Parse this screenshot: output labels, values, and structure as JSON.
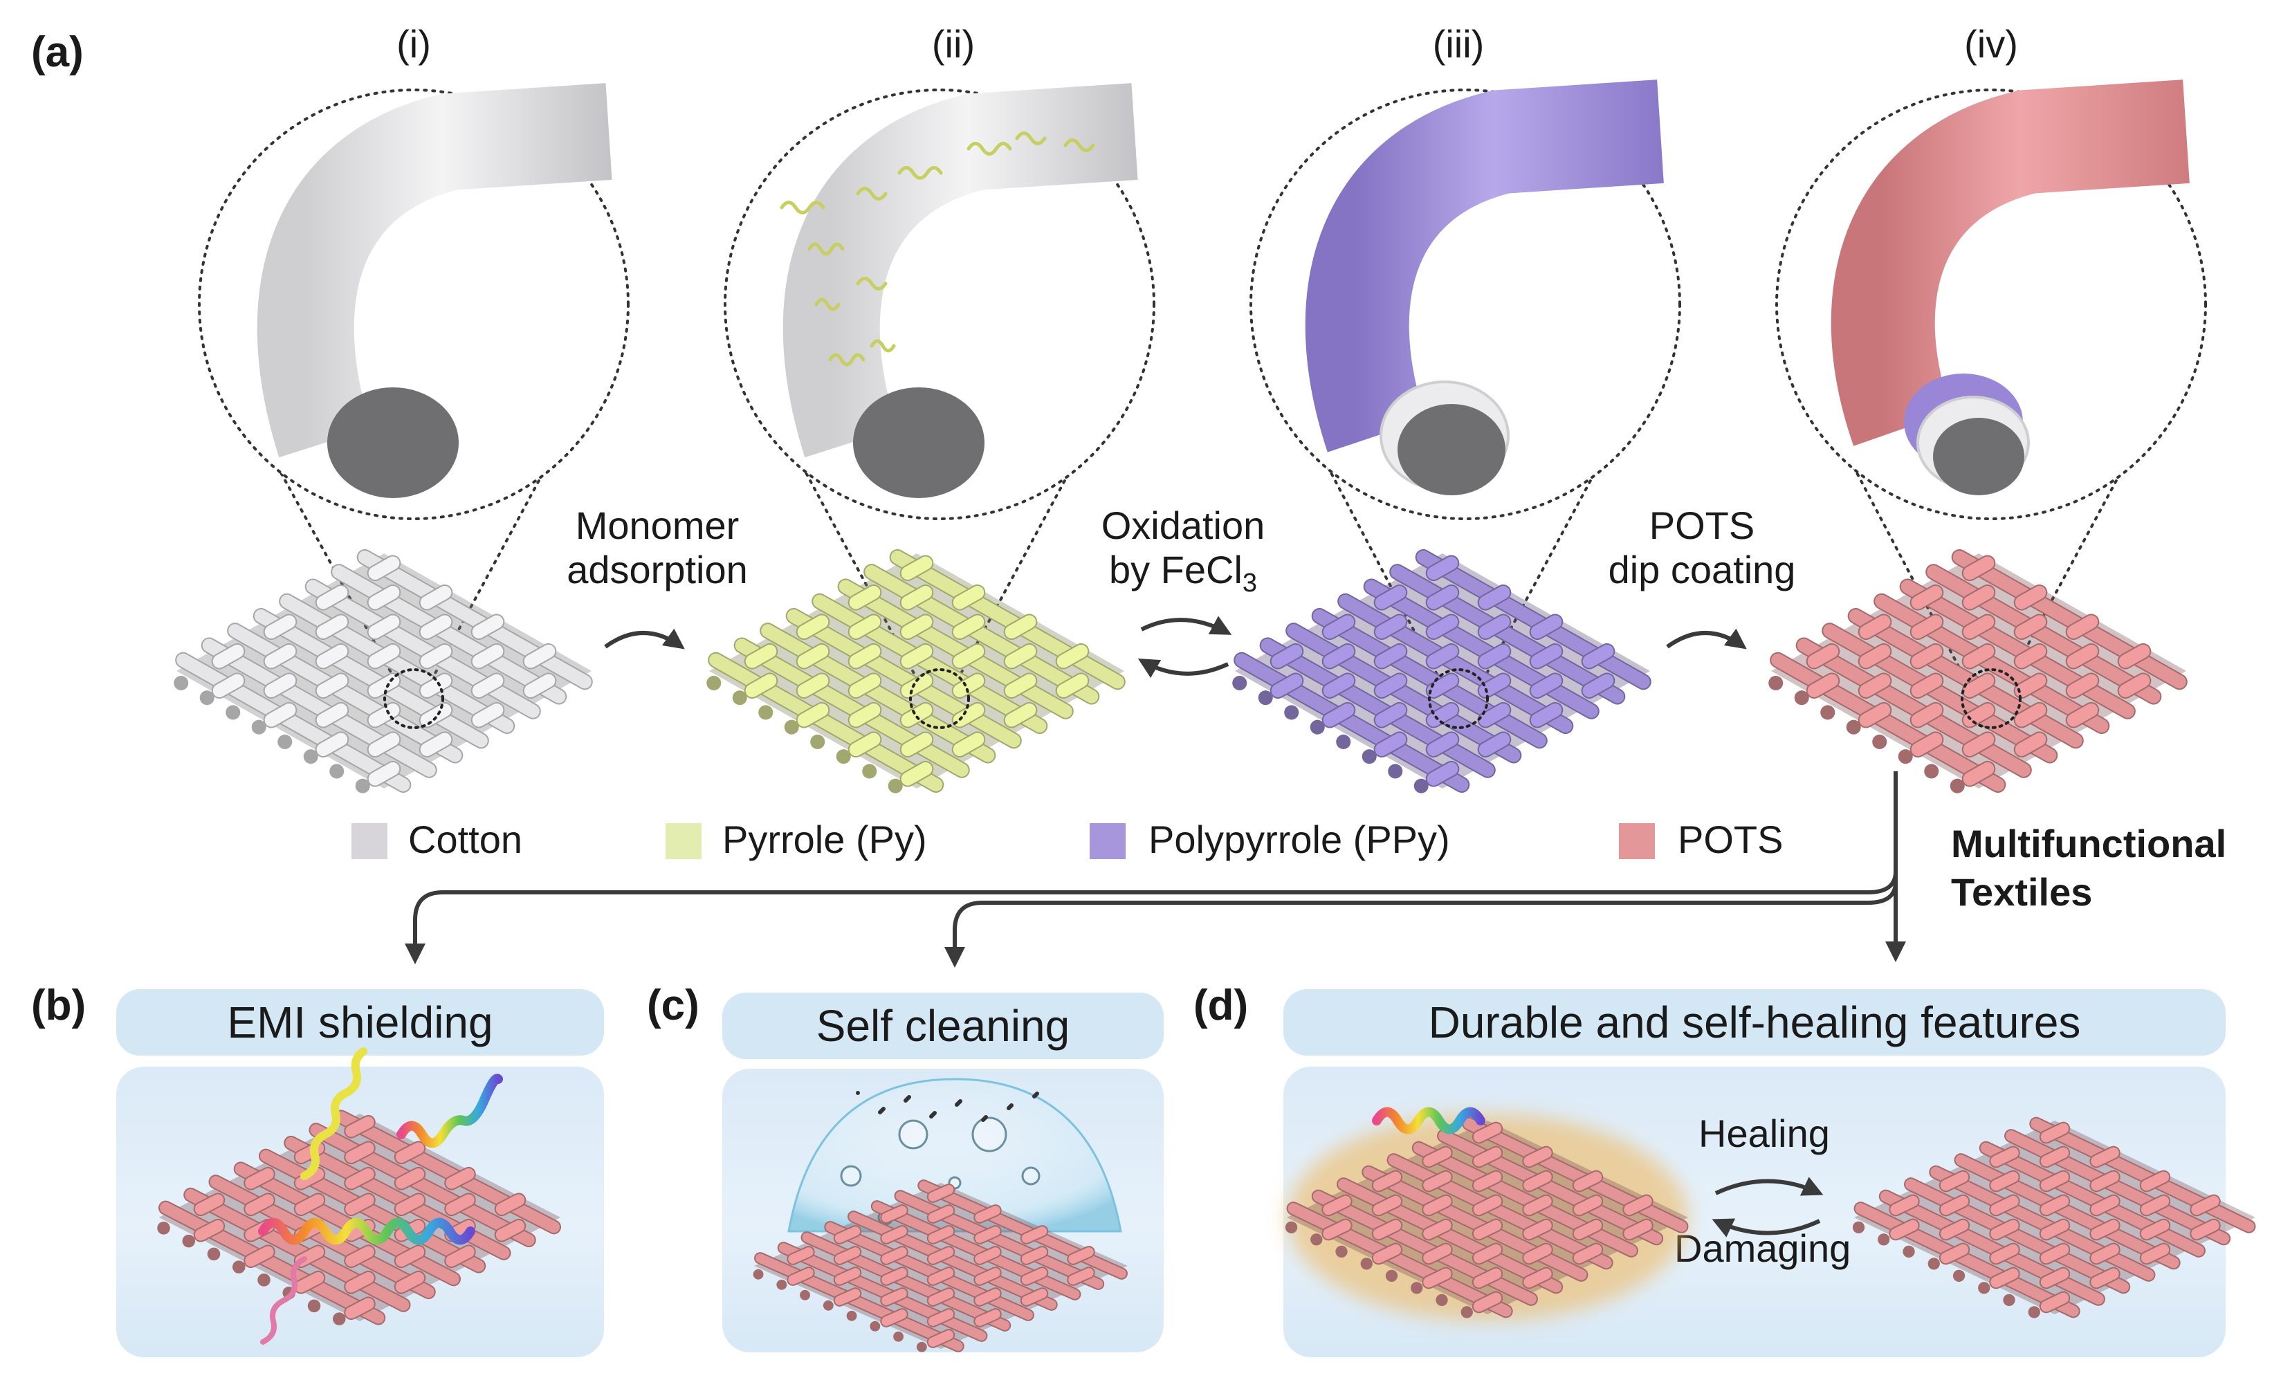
{
  "figure": {
    "panel_labels": {
      "a": "(a)",
      "b": "(b)",
      "c": "(c)",
      "d": "(d)"
    },
    "stage_labels": [
      "(i)",
      "(ii)",
      "(iii)",
      "(iv)"
    ],
    "steps": {
      "monomer_line1": "Monomer",
      "monomer_line2": "adsorption",
      "oxidation_line1": "Oxidation",
      "oxidation_line2_prefix": "by FeCl",
      "oxidation_line2_sub": "3",
      "pots_line1": "POTS",
      "pots_line2": "dip coating"
    },
    "legend": [
      {
        "label": "Cotton",
        "color": "#d7d5d9"
      },
      {
        "label": "Pyrrole (Py)",
        "color": "#e4edb0"
      },
      {
        "label": "Polypyrrole (PPy)",
        "color": "#a896dc"
      },
      {
        "label": "POTS",
        "color": "#e49799"
      }
    ],
    "multifunctional_line1": "Multifunctional",
    "multifunctional_line2": "Textiles",
    "applications": {
      "emi": "EMI shielding",
      "self_cleaning": "Self cleaning",
      "durable": "Durable and self-healing features"
    },
    "healing": "Healing",
    "damaging": "Damaging"
  },
  "colors": {
    "cotton": "#e6e6e8",
    "pyrrole": "#dfe89a",
    "ppy": "#a08ed8",
    "pots": "#e39496",
    "panel_bg": "#d3e7f5",
    "arrow": "#3a3a3a"
  }
}
